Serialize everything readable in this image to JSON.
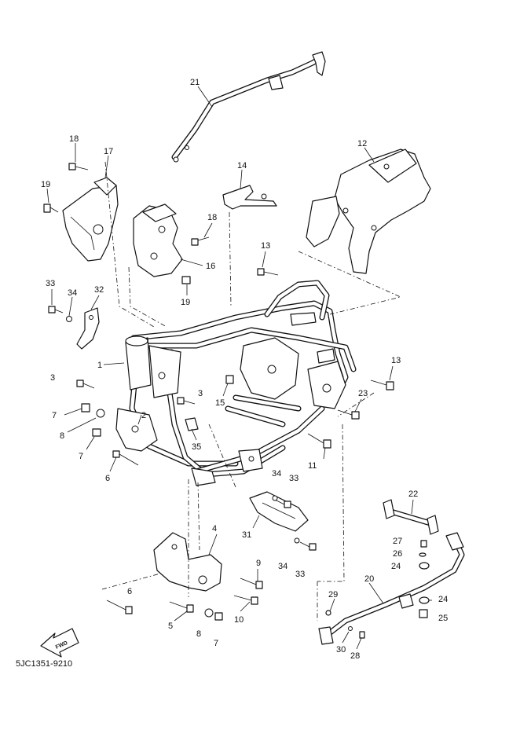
{
  "diagram": {
    "code": "5JC1351-9210",
    "fwd_label": "FWD",
    "callouts": [
      {
        "id": "c21",
        "label": "21"
      },
      {
        "id": "c18a",
        "label": "18"
      },
      {
        "id": "c17",
        "label": "17"
      },
      {
        "id": "c19a",
        "label": "19"
      },
      {
        "id": "c14",
        "label": "14"
      },
      {
        "id": "c12",
        "label": "12"
      },
      {
        "id": "c18b",
        "label": "18"
      },
      {
        "id": "c16",
        "label": "16"
      },
      {
        "id": "c19b",
        "label": "19"
      },
      {
        "id": "c13a",
        "label": "13"
      },
      {
        "id": "c33a",
        "label": "33"
      },
      {
        "id": "c34a",
        "label": "34"
      },
      {
        "id": "c32",
        "label": "32"
      },
      {
        "id": "c1",
        "label": "1"
      },
      {
        "id": "c3a",
        "label": "3"
      },
      {
        "id": "c3b",
        "label": "3"
      },
      {
        "id": "c13b",
        "label": "13"
      },
      {
        "id": "c23",
        "label": "23"
      },
      {
        "id": "c15",
        "label": "15"
      },
      {
        "id": "c7a",
        "label": "7"
      },
      {
        "id": "c2",
        "label": "2"
      },
      {
        "id": "c8a",
        "label": "8"
      },
      {
        "id": "c7b",
        "label": "7"
      },
      {
        "id": "c35",
        "label": "35"
      },
      {
        "id": "c11",
        "label": "11"
      },
      {
        "id": "c6a",
        "label": "6"
      },
      {
        "id": "c34b",
        "label": "34"
      },
      {
        "id": "c33b",
        "label": "33"
      },
      {
        "id": "c22",
        "label": "22"
      },
      {
        "id": "c31",
        "label": "31"
      },
      {
        "id": "c27",
        "label": "27"
      },
      {
        "id": "c26",
        "label": "26"
      },
      {
        "id": "c24a",
        "label": "24"
      },
      {
        "id": "c4",
        "label": "4"
      },
      {
        "id": "c9",
        "label": "9"
      },
      {
        "id": "c34c",
        "label": "34"
      },
      {
        "id": "c33c",
        "label": "33"
      },
      {
        "id": "c20",
        "label": "20"
      },
      {
        "id": "c6b",
        "label": "6"
      },
      {
        "id": "c29",
        "label": "29"
      },
      {
        "id": "c24b",
        "label": "24"
      },
      {
        "id": "c25",
        "label": "25"
      },
      {
        "id": "c5",
        "label": "5"
      },
      {
        "id": "c8b",
        "label": "8"
      },
      {
        "id": "c7c",
        "label": "7"
      },
      {
        "id": "c10",
        "label": "10"
      },
      {
        "id": "c30",
        "label": "30"
      },
      {
        "id": "c28",
        "label": "28"
      }
    ]
  }
}
